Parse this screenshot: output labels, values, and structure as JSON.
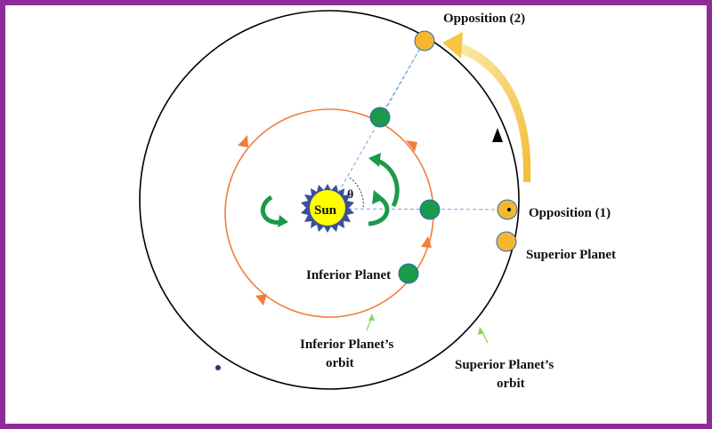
{
  "labels": {
    "opposition_2": "Opposition (2)",
    "opposition_1": "Opposition (1)",
    "superior_planet": "Superior Planet",
    "inferior_planet": "Inferior Planet",
    "inferior_orbit_line1": "Inferior Planet’s",
    "inferior_orbit_line2": "orbit",
    "superior_orbit_line1": "Superior Planet’s",
    "superior_orbit_line2": "orbit",
    "sun": "Sun",
    "angle": "θ"
  },
  "colors": {
    "frame": "#8e2c97",
    "superior_orbit": "#000000",
    "inferior_orbit": "#f07f3c",
    "inferior_planet": "#1a9a4a",
    "superior_planet": "#f5b731",
    "sun": "#ffff00",
    "sun_rays": "#3b4f9c",
    "sight_lines": "#6fa8dc",
    "rotation_arrows": "#1a9a4a",
    "motion_arrow": "#f6c544",
    "label_pointer_arrows": "#92d050"
  },
  "icons": [
    "sun-icon",
    "planet-icon",
    "rotation-arrow-icon",
    "motion-arrow-icon"
  ]
}
